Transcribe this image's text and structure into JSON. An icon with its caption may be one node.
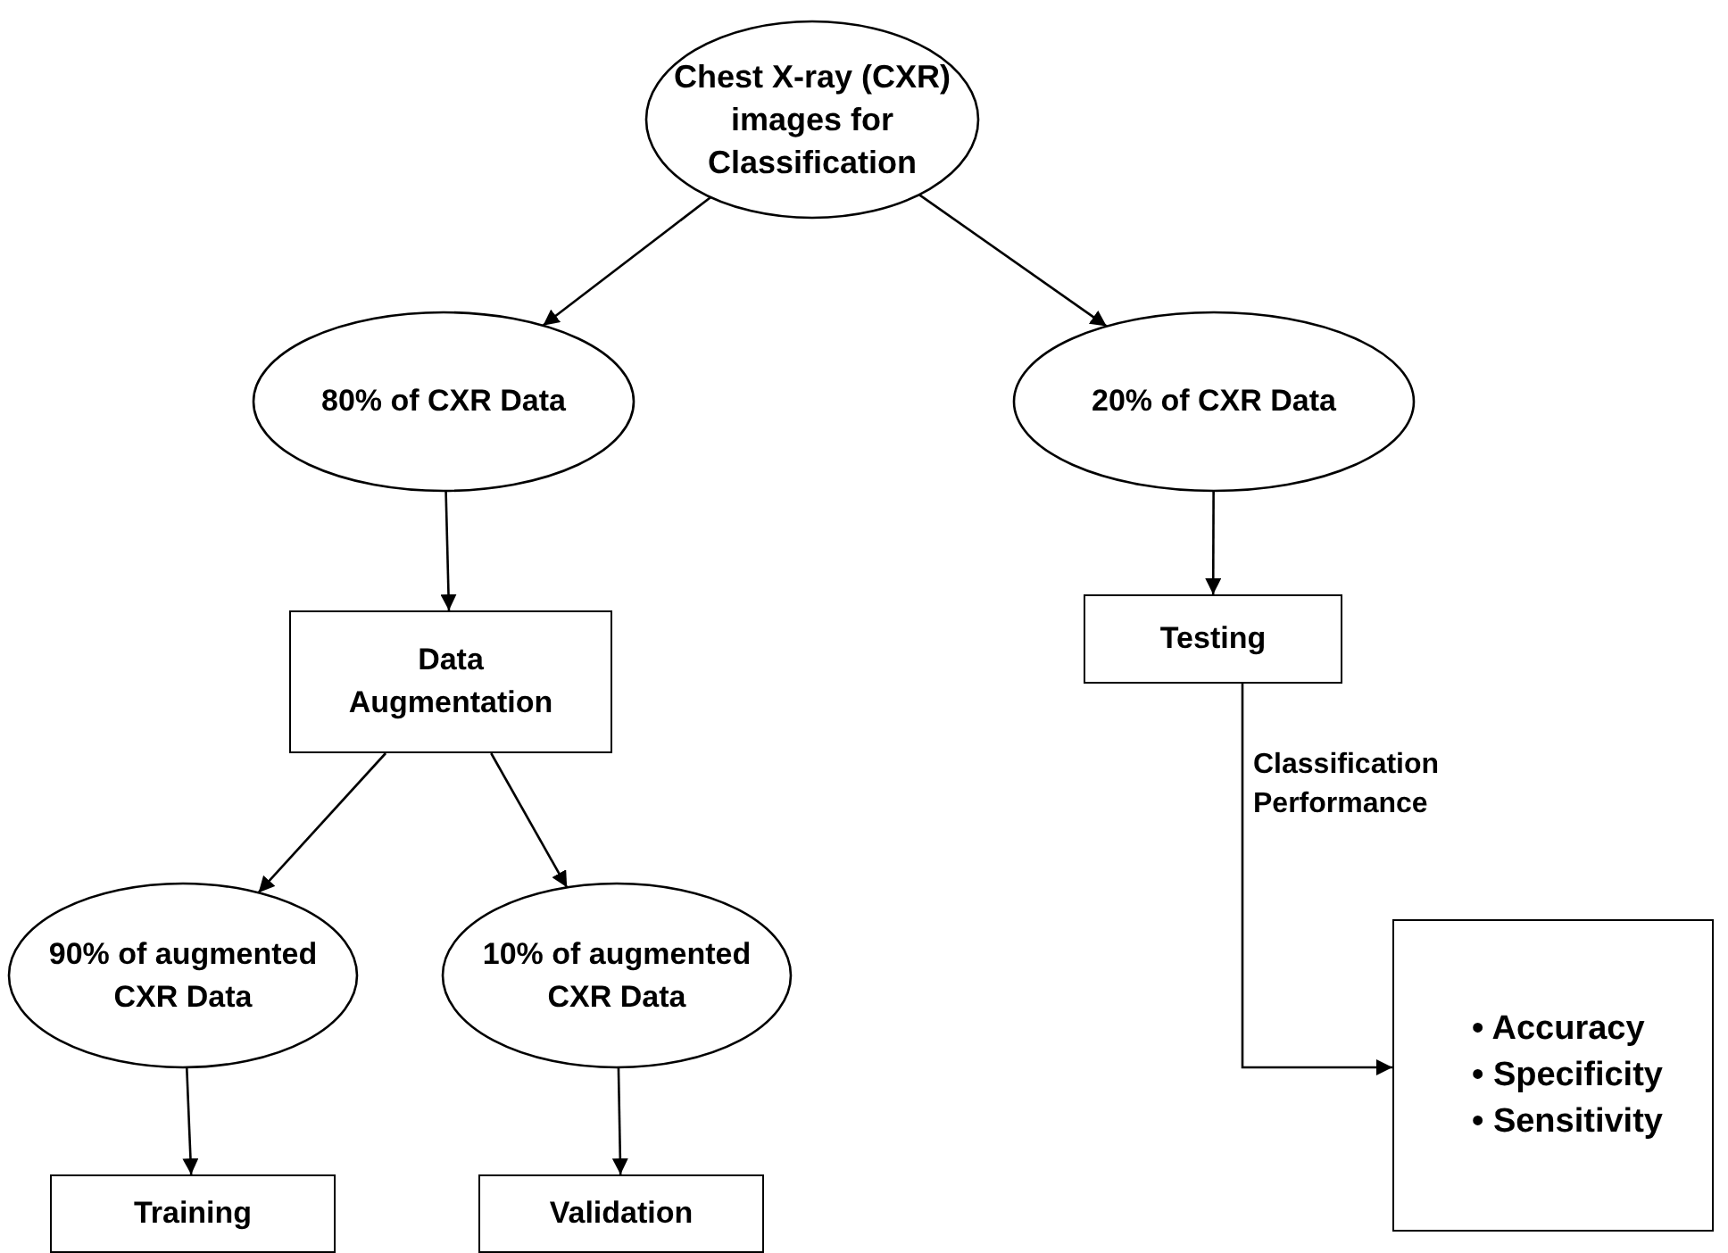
{
  "diagram": {
    "nodes": [
      {
        "text": [
          "Chest X-ray (CXR) images for Classification"
        ]
      },
      {
        "text": [
          "80% of CXR Data"
        ]
      },
      {
        "text": [
          "20% of CXR Data"
        ]
      },
      {
        "text": [
          "Data Augmentation"
        ]
      },
      {
        "text": [
          "Testing"
        ]
      },
      {
        "text": [
          "90% of augmented CXR Data"
        ]
      },
      {
        "text": [
          "10% of augmented CXR Data"
        ]
      },
      {
        "text": [
          "Training"
        ]
      },
      {
        "text": [
          "Validation"
        ]
      },
      {
        "text": [
          "• Accuracy",
          "• Specificity",
          "• Sensitivity"
        ]
      }
    ],
    "edges": [
      {
        "from": 0,
        "to": 1,
        "arrow": "to"
      },
      {
        "from": 0,
        "to": 2,
        "arrow": "to"
      },
      {
        "from": 1,
        "to": 3,
        "arrow": "to"
      },
      {
        "from": 2,
        "to": 4,
        "arrow": "to"
      },
      {
        "from": 3,
        "to": 5,
        "arrow": "to"
      },
      {
        "from": 3,
        "to": 6,
        "arrow": "to"
      },
      {
        "from": 5,
        "to": 7,
        "arrow": "to"
      },
      {
        "from": 6,
        "to": 8,
        "arrow": "to"
      },
      {
        "from": 4,
        "to": 9,
        "arrow": "to",
        "label": "Classification Performance"
      }
    ]
  }
}
